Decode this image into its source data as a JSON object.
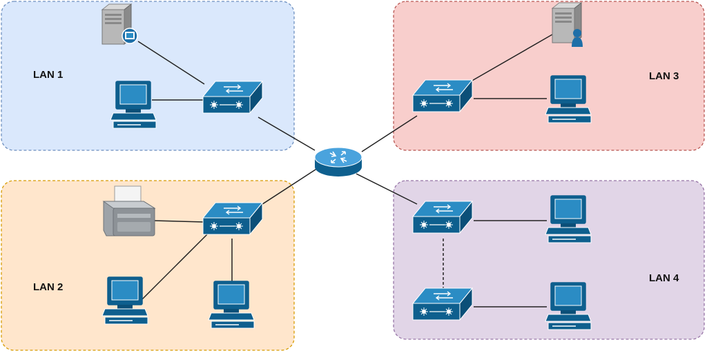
{
  "lans": [
    {
      "id": "lan1",
      "label": "LAN 1",
      "fill": "#dae8fc",
      "stroke": "#6c8ebf"
    },
    {
      "id": "lan2",
      "label": "LAN 2",
      "fill": "#ffe6cc",
      "stroke": "#d79b00"
    },
    {
      "id": "lan3",
      "label": "LAN 3",
      "fill": "#f8cecc",
      "stroke": "#b85450"
    },
    {
      "id": "lan4",
      "label": "LAN 4",
      "fill": "#e1d5e7",
      "stroke": "#9673a6"
    }
  ],
  "devices": {
    "router": "router-icon",
    "switch": "switch-icon",
    "computer": "computer-icon",
    "server": "server-icon",
    "printer": "printer-icon"
  },
  "colors": {
    "device_blue": "#0e5f8e",
    "device_light": "#2b8cc4",
    "link": "#222222"
  }
}
